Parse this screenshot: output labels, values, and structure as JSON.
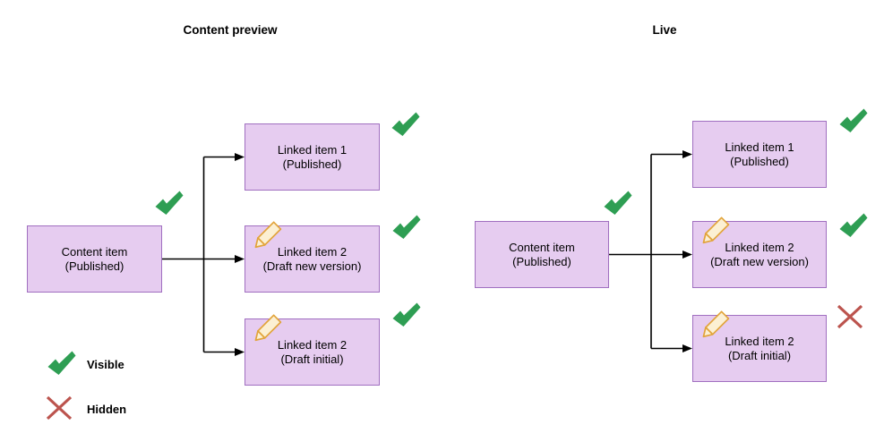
{
  "colors": {
    "box_fill": "#E6CCF0",
    "box_stroke": "#A06FC0",
    "check_green": "#2E9E53",
    "cross_red": "#BC544E",
    "pencil_stroke": "#E2A43B",
    "pencil_fill": "#FCF0D3",
    "line_color": "#000000"
  },
  "icons": {
    "visible": "check-icon",
    "hidden": "cross-icon",
    "draft": "pencil-icon"
  },
  "legend": {
    "visible": "Visible",
    "hidden": "Hidden"
  },
  "diagrams": [
    {
      "title": "Content preview",
      "root": {
        "line1": "Content item",
        "line2": "(Published)",
        "status": "visible"
      },
      "children": [
        {
          "line1": "Linked item 1",
          "line2": "(Published)",
          "status": "visible"
        },
        {
          "line1": "Linked item 2",
          "line2": "(Draft new version)",
          "status": "visible"
        },
        {
          "line1": "Linked item 2",
          "line2": "(Draft initial)",
          "status": "visible"
        }
      ]
    },
    {
      "title": "Live",
      "root": {
        "line1": "Content item",
        "line2": "(Published)",
        "status": "visible"
      },
      "children": [
        {
          "line1": "Linked item 1",
          "line2": "(Published)",
          "status": "visible"
        },
        {
          "line1": "Linked item 2",
          "line2": "(Draft new version)",
          "status": "visible"
        },
        {
          "line1": "Linked item 2",
          "line2": "(Draft initial)",
          "status": "hidden"
        }
      ]
    }
  ]
}
